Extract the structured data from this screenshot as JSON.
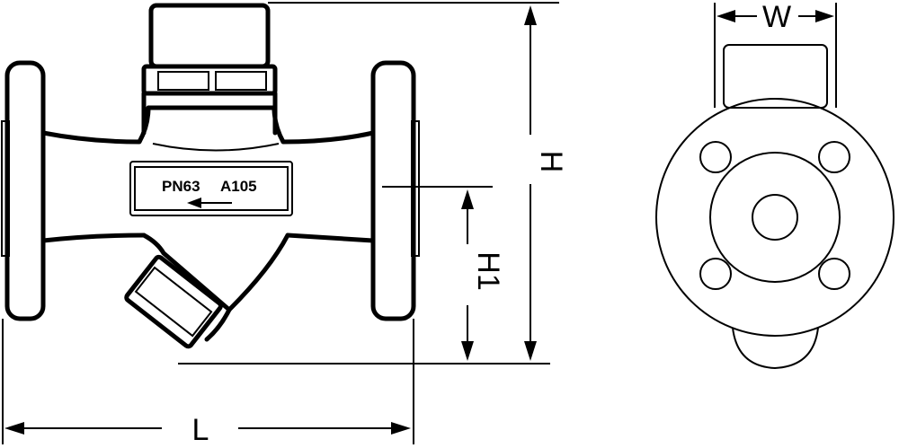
{
  "nameplate": {
    "pressure_rating": "PN63",
    "material": "A105"
  },
  "dimensions": {
    "length_label": "L",
    "height_label": "H",
    "center_height_label": "H1",
    "width_label": "W"
  },
  "colors": {
    "line": "#000000",
    "background": "#ffffff"
  }
}
